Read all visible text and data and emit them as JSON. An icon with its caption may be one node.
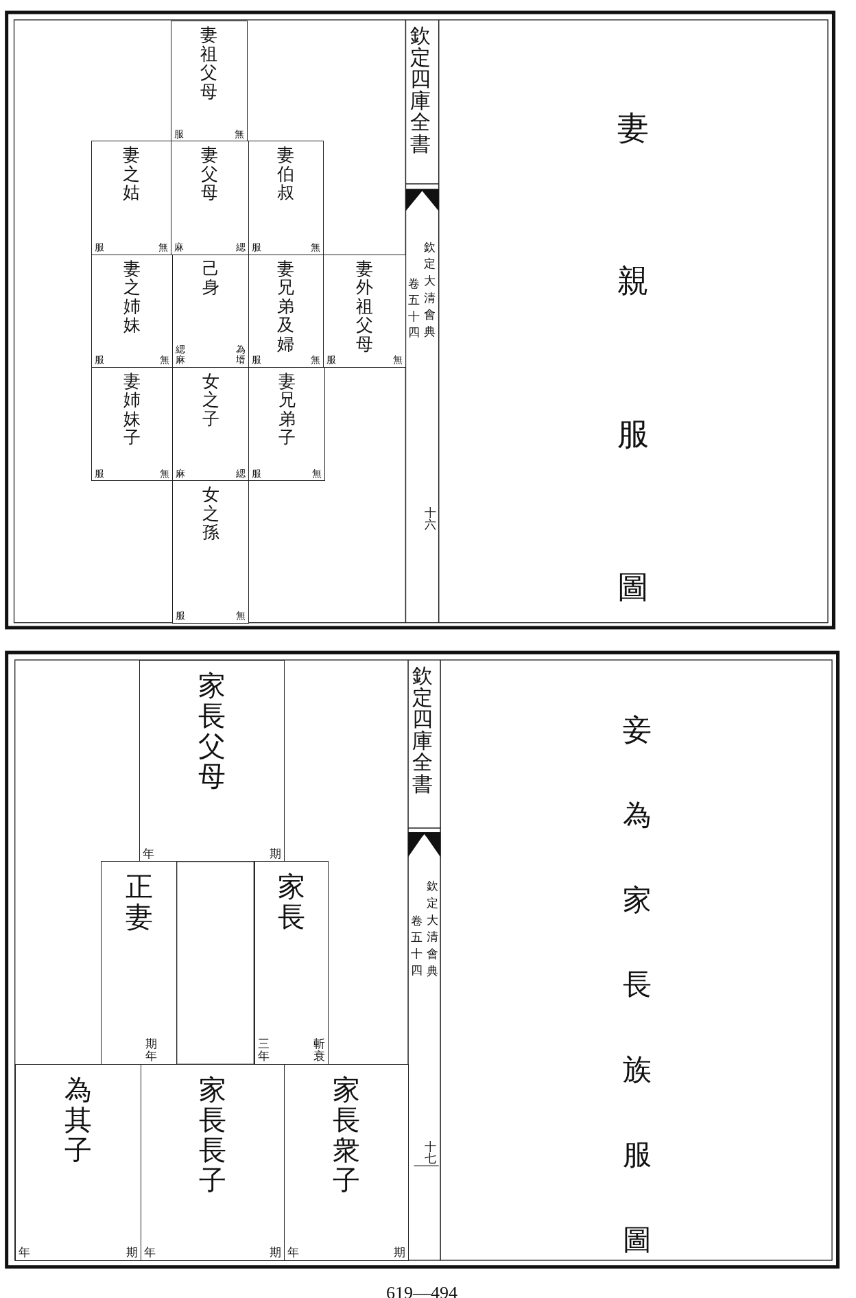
{
  "diagram": {
    "nodes": [
      {
        "text": [
          "妻祖父母",
          "服",
          "無"
        ]
      },
      {
        "text": [
          "妻之姑",
          "服",
          "無"
        ]
      },
      {
        "text": [
          "妻父母",
          "麻",
          "緦"
        ]
      },
      {
        "text": [
          "妻伯叔",
          "服",
          "無"
        ]
      },
      {
        "text": [
          "妻之姉妹",
          "服",
          "無"
        ]
      },
      {
        "text": [
          "己身",
          "緦麻",
          "為壻"
        ]
      },
      {
        "text": [
          "妻兄弟及婦",
          "服",
          "無"
        ]
      },
      {
        "text": [
          "妻外祖父母",
          "服",
          "無"
        ]
      },
      {
        "text": [
          "妻姉妹子",
          "服",
          "無"
        ]
      },
      {
        "text": [
          "女之子",
          "麻",
          "緦"
        ]
      },
      {
        "text": [
          "妻兄弟子",
          "服",
          "無"
        ]
      },
      {
        "text": [
          "女之孫",
          "服",
          "無"
        ]
      },
      {
        "text": [
          "家長父母",
          "年",
          "期"
        ]
      },
      {
        "text": [
          "正妻",
          "期年"
        ]
      },
      {
        "text": [],
        "shape": "box"
      },
      {
        "text": [
          "家長",
          "三年",
          "斬衰"
        ]
      },
      {
        "text": [
          "為其子",
          "年",
          "期"
        ]
      },
      {
        "text": [
          "家長長子",
          "年",
          "期"
        ]
      },
      {
        "text": [
          "家長衆子",
          "年",
          "期"
        ]
      }
    ],
    "labels": [
      "妻親服圖",
      "欽定四庫全書",
      "欽定大清會典",
      "卷五十四",
      "十六",
      "妾為家長族服圖",
      "欽定四庫全書",
      "欽定大清會典",
      "卷五十四",
      "十七",
      "619—494"
    ]
  }
}
